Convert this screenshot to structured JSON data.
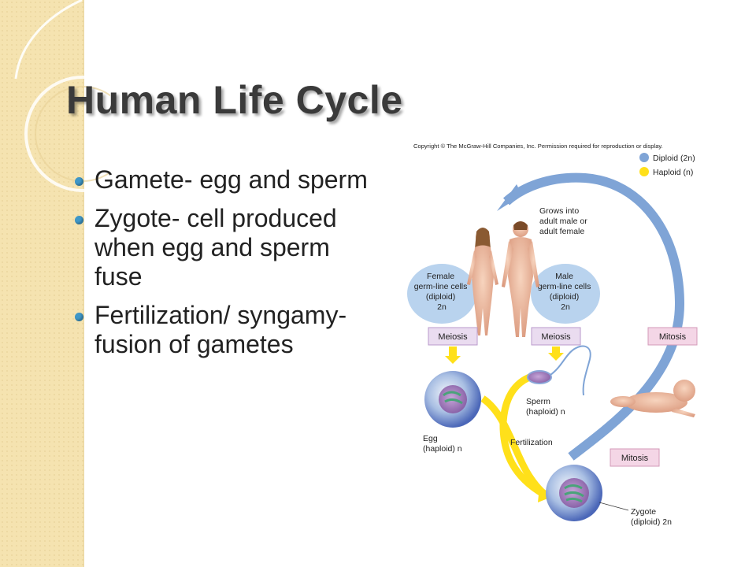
{
  "slide": {
    "title": "Human Life Cycle",
    "bullets": [
      "Gamete- egg and sperm",
      "Zygote-  cell produced when egg and sperm fuse",
      "Fertilization/ syngamy- fusion of gametes"
    ]
  },
  "figure": {
    "copyright": "Copyright © The McGraw-Hill Companies, Inc. Permission required for reproduction or display.",
    "legend": {
      "diploid": "Diploid (2n)",
      "haploid": "Haploid (n)"
    },
    "grows_into": [
      "Grows into",
      "adult male or",
      "adult female"
    ],
    "female_cells": [
      "Female",
      "germ-line cells",
      "(diploid)",
      "2n"
    ],
    "male_cells": [
      "Male",
      "germ-line cells",
      "(diploid)",
      "2n"
    ],
    "meiosis_female": "Meiosis",
    "meiosis_male": "Meiosis",
    "mitosis_upper": "Mitosis",
    "mitosis_lower": "Mitosis",
    "sperm_label": [
      "Sperm",
      "(haploid) n"
    ],
    "egg_label": [
      "Egg",
      "(haploid) n"
    ],
    "fertilization": "Fertilization",
    "zygote_label": [
      "Zygote",
      "(diploid) 2n"
    ],
    "colors": {
      "diploid": "#7fa4d6",
      "haploid": "#ffe01a",
      "mitosis_box": "#f4d6e6",
      "meiosis_box": "#eadcf0",
      "cell_bubble": "#b9d3ee"
    }
  }
}
